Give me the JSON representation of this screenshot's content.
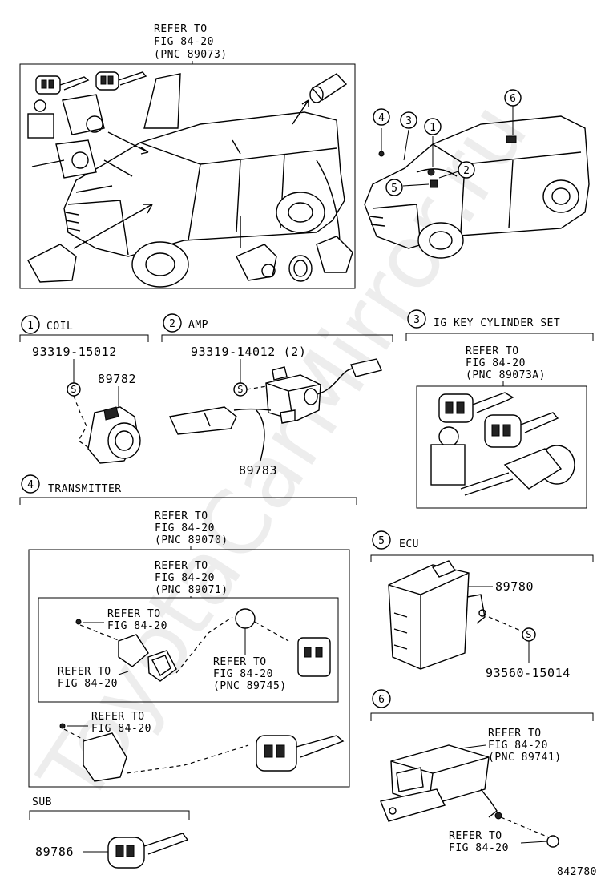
{
  "watermark": "ToyotaCarMirror.ru",
  "top_overview": {
    "refer": [
      "REFER TO",
      "FIG 84-20",
      "(PNC 89073)"
    ]
  },
  "sections": {
    "coil": {
      "num": "1",
      "title": "COIL",
      "bolt_pn": "93319-15012",
      "part_pn": "89782",
      "s_mark": "S"
    },
    "amp": {
      "num": "2",
      "title": "AMP",
      "bolt_pn": "93319-14012 (2)",
      "part_pn": "89783",
      "s_mark": "S"
    },
    "ig_key": {
      "num": "3",
      "title": "IG KEY CYLINDER SET",
      "refer": [
        "REFER TO",
        "FIG 84-20",
        "(PNC 89073A)"
      ]
    },
    "transmitter": {
      "num": "4",
      "title": "TRANSMITTER",
      "refer_outer": [
        "REFER TO",
        "FIG 84-20",
        "(PNC 89070)"
      ],
      "refer_inner": [
        "REFER TO",
        "FIG 84-20",
        "(PNC 89071)"
      ],
      "refer_screw": [
        "REFER TO",
        "FIG 84-20"
      ],
      "refer_case": [
        "REFER TO",
        "FIG 84-20"
      ],
      "refer_battery": [
        "REFER TO",
        "FIG 84-20",
        "(PNC 89745)"
      ],
      "refer_key_screw": [
        "REFER TO",
        "FIG 84-20"
      ]
    },
    "sub": {
      "title": "SUB",
      "part_pn": "89786"
    },
    "ecu": {
      "num": "5",
      "title": "ECU",
      "part_pn": "89780",
      "bolt_pn": "93560-15014",
      "s_mark": "S"
    },
    "six": {
      "num": "6",
      "refer_top": [
        "REFER TO",
        "FIG 84-20",
        "(PNC 89741)"
      ],
      "refer_bottom": [
        "REFER TO",
        "FIG 84-20"
      ]
    }
  },
  "locator_numbers": [
    "1",
    "2",
    "3",
    "4",
    "5",
    "6"
  ],
  "figure_number": "842780"
}
